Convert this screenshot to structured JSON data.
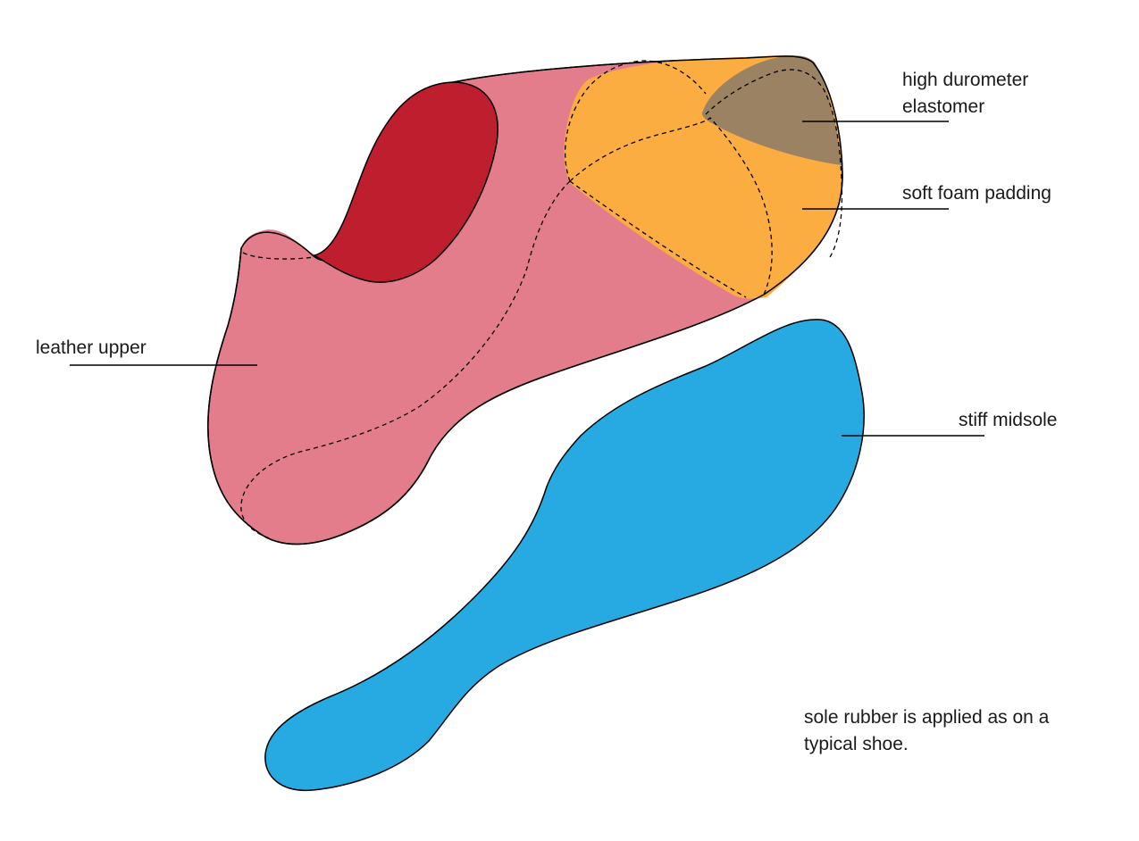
{
  "labels": {
    "elastomer_line1": "high durometer",
    "elastomer_line2": "elastomer",
    "foam": "soft foam padding",
    "upper": "leather upper",
    "midsole": "stiff midsole",
    "note_line1": "sole rubber is applied as on a",
    "note_line2": "typical shoe."
  },
  "colors": {
    "leather_upper": "#e47d8b",
    "collar_opening": "#be1e2d",
    "foam_padding": "#fbad41",
    "elastomer": "#9a8262",
    "midsole": "#27aae1",
    "outline": "#000000"
  }
}
